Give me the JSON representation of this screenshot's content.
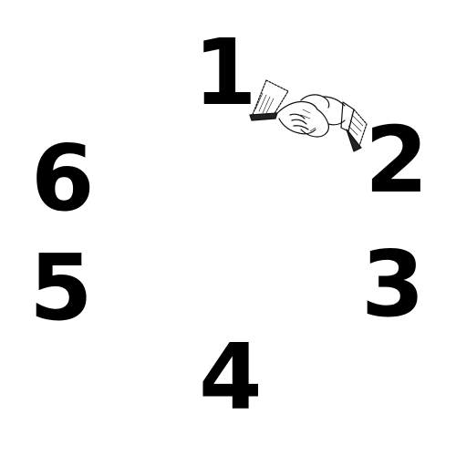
{
  "numbers": [
    "1",
    "2",
    "3",
    "4",
    "5",
    "6"
  ],
  "illustration": {
    "icon": "handshake-icon",
    "color": "#111111"
  },
  "colors": {
    "background": "#ffffff",
    "text": "#000000"
  }
}
